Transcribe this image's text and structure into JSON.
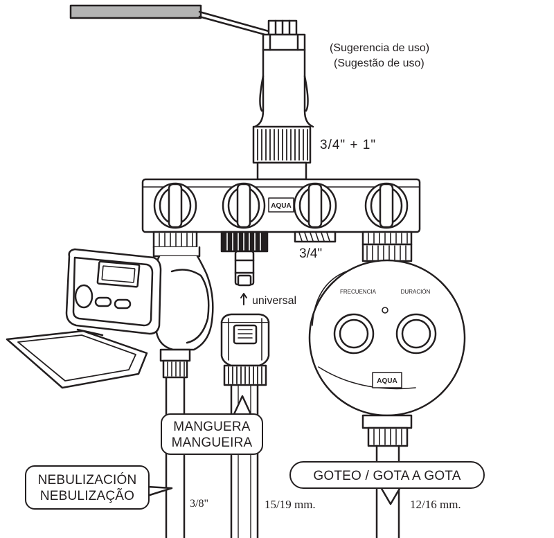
{
  "suggestion": {
    "es": "(Sugerencia de uso)",
    "pt": "(Sugestão de uso)"
  },
  "inlet_size": "3/4\" + 1\"",
  "outlet_size": "3/4\"",
  "universal_label": "universal",
  "brand_logo": "AQUA",
  "timer_knobs": {
    "left": "FRECUENCIA",
    "right": "DURACIÓN"
  },
  "callouts": {
    "hose": {
      "es": "MANGUERA",
      "pt": "MANGUEIRA"
    },
    "mist": {
      "es": "NEBULIZACIÓN",
      "pt": "NEBULIZAÇÃO"
    },
    "drip": {
      "line": "GOTEO / GOTA A GOTA"
    }
  },
  "pipe_sizes": {
    "mist": "3/8\"",
    "hose": "15/19 mm.",
    "drip": "12/16 mm."
  },
  "colors": {
    "ink": "#231f20",
    "handle": "#b3b3b3",
    "paper": "#ffffff"
  }
}
